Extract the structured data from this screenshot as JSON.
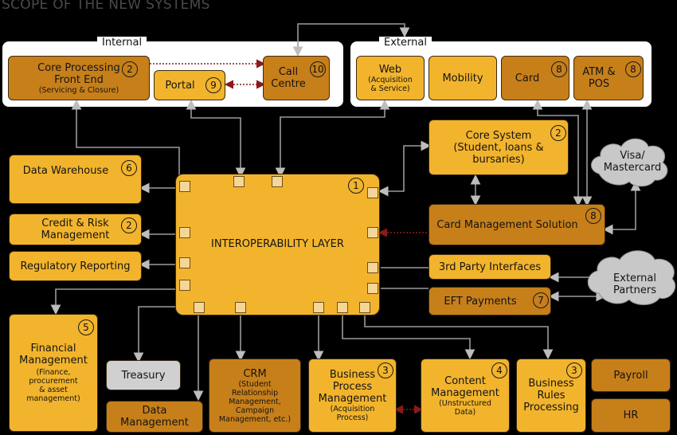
{
  "title": "SCOPE OF THE NEW SYSTEMS",
  "groups": {
    "internal": "Internal",
    "external": "External"
  },
  "internal": {
    "core_processing": {
      "label": "Core Processing\nFront End",
      "sub": "(Servicing & Closure)",
      "badge": "2"
    },
    "portal": {
      "label": "Portal",
      "badge": "9"
    },
    "call_centre": {
      "label": "Call\nCentre",
      "badge": "10"
    }
  },
  "external": {
    "web": {
      "label": "Web",
      "sub": "(Acquisition\n& Service)"
    },
    "mobility": {
      "label": "Mobility"
    },
    "card": {
      "label": "Card",
      "badge": "8"
    },
    "atm_pos": {
      "label": "ATM &\nPOS",
      "badge": "8"
    }
  },
  "left": {
    "data_warehouse": {
      "label": "Data Warehouse",
      "badge": "6"
    },
    "credit_risk": {
      "label": "Credit & Risk\nManagement",
      "badge": "2"
    },
    "regulatory": {
      "label": "Regulatory Reporting"
    },
    "financial": {
      "label": "Financial\nManagement",
      "sub": "(Finance,\nprocurement\n& asset\nmanagement)",
      "badge": "5"
    }
  },
  "layer": {
    "label": "INTEROPERABILITY LAYER",
    "badge": "1"
  },
  "right": {
    "core_system": {
      "label": "Core System\n(Student, loans &\nbursaries)",
      "badge": "2"
    },
    "card_mgmt": {
      "label": "Card Management Solution",
      "badge": "8"
    },
    "third_party": {
      "label": "3rd Party Interfaces"
    },
    "eft": {
      "label": "EFT Payments",
      "badge": "7"
    }
  },
  "clouds": {
    "visa": "Visa/\nMastercard",
    "partners": "External\nPartners"
  },
  "bottom": {
    "treasury": {
      "label": "Treasury"
    },
    "data_mgmt": {
      "label": "Data Management"
    },
    "crm": {
      "label": "CRM",
      "sub": "(Student\nRelationship\nManagement,\nCampaign\nManagement, etc.)"
    },
    "bpm": {
      "label": "Business\nProcess\nManagement",
      "sub": "(Acquisition\nProcess)",
      "badge": "3"
    },
    "content": {
      "label": "Content\nManagement",
      "sub": "(Unstructured\nData)",
      "badge": "4"
    },
    "rules": {
      "label": "Business\nRules\nProcessing",
      "badge": "3"
    },
    "payroll": {
      "label": "Payroll"
    },
    "hr": {
      "label": "HR"
    }
  },
  "colors": {
    "light_box": "#f2b42c",
    "dark_box": "#c77f1a",
    "grey_box": "#d0d0d0",
    "background": "#000000"
  }
}
